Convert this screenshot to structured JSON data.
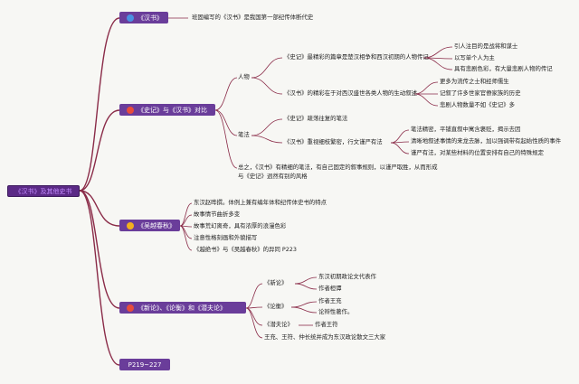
{
  "root": {
    "label": "《汉书》及其他史书"
  },
  "branches": {
    "hanshu": {
      "label": "《汉书》",
      "icon_color": "#4a90e2",
      "desc": "班固编写的《汉书》是我国第一部纪传体断代史"
    },
    "compare": {
      "label": "《史记》与《汉书》对比",
      "icon_color": "#e74c3c",
      "renwu": {
        "label": "人物",
        "shiji": {
          "label": "《史记》最精彩的篇章是楚汉相争和西汉初期的人物传记",
          "items": [
            "引人注目的是战将和谋士",
            "以写单个人为主",
            "具有悲剧色彩，有大量悲剧人物的传记"
          ]
        },
        "hanshu": {
          "label": "《汉书》的精彩在于对西汉盛世各类人物的生动叙述",
          "items": [
            "更多为流传之士和经师儒生",
            "记叙了许多世家官僚家族的历史",
            "悲剧人物数量不如《史记》多"
          ]
        }
      },
      "bifa": {
        "label": "笔法",
        "shiji": {
          "label": "《史记》疏荡往复的笔法"
        },
        "hanshu": {
          "label": "《汉书》重视细枝繁密，行文谨严有法",
          "items": [
            "笔法精密，平铺直叙中寓含褒贬，揭示去因",
            "清晰地叙述事情的来龙去脉，加以强调带有起始性质的事件",
            "谨严有法，对某些材料的位置安排有自己的特殊规定"
          ]
        }
      },
      "summary1": "总之，《汉书》有精细的笔法，有自己固定的叙事规则，以谨严取胜，从而形成",
      "summary2": "与《史记》迥然有别的风格"
    },
    "wuyue": {
      "label": "《吴越春秋》",
      "icon_color": "#f2b01e",
      "items": [
        "东汉赵晔撰。体例上兼有编年体和纪传体史书的特点",
        "故事情节曲折多变",
        "故事荒幻离奇，具有浓厚的浪漫色彩",
        "注意性格刻画和外貌描写",
        "《越绝书》与《吴越春秋》的异同 P223"
      ]
    },
    "xinlun": {
      "label": "《新论》、《论衡》和《潜夫论》",
      "icon_color": "#e74c3c",
      "xinlun": {
        "label": "《新论》",
        "items": [
          "东汉初期政论文代表作",
          "作者桓谭"
        ]
      },
      "lunheng": {
        "label": "《论衡》",
        "items": [
          "作者王充",
          "论辩性著作。"
        ]
      },
      "qianfu": {
        "label": "《潜夫论》",
        "author": "作者王符"
      },
      "summary": "王充、王符、仲长统并成为东汉政论散文三大家"
    },
    "pages": {
      "label": "P219~227"
    }
  },
  "colors": {
    "node": "#6a3d9a",
    "line": "#8a2b48",
    "root_text": "#c38cff"
  }
}
